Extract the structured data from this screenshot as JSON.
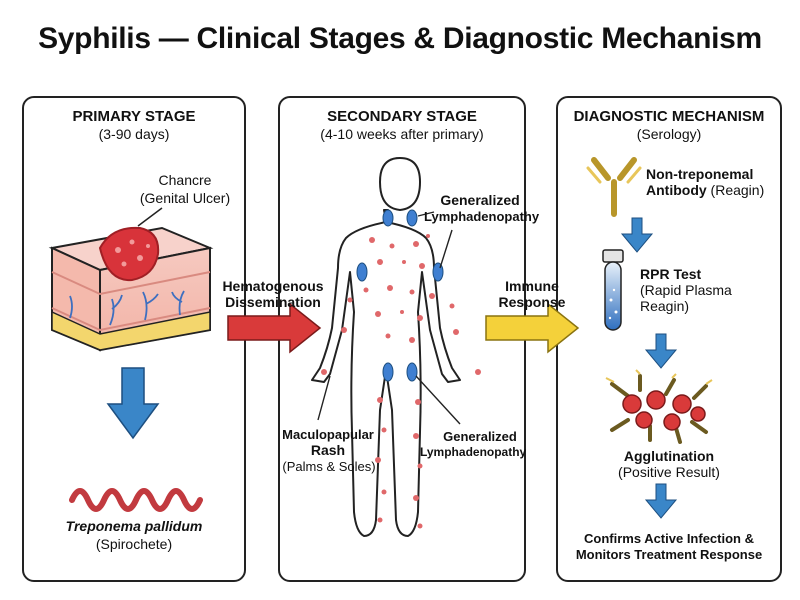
{
  "title": "Syphilis — Clinical Stages & Diagnostic Mechanism",
  "primary": {
    "heading": "PRIMARY STAGE",
    "sub": "(3-90 days)",
    "chancre_label": "Chancre",
    "chancre_sub": "(Genital Ulcer)",
    "organism": "Treponema pallidum",
    "organism_sub": "(Spirochete)"
  },
  "arrow1": {
    "line1": "Hematogenous",
    "line2": "Dissemination"
  },
  "secondary": {
    "heading": "SECONDARY STAGE",
    "sub": "(4-10 weeks after primary)",
    "lymph_top_1": "Generalized",
    "lymph_top_2": "Lymphadenopathy",
    "rash_1": "Maculopapular",
    "rash_2": "Rash",
    "rash_3": "(Palms & Soles)",
    "lymph_bot_1": "Generalized",
    "lymph_bot_2": "Lymphadenopathy"
  },
  "arrow2": {
    "line1": "Immune",
    "line2": "Response"
  },
  "diagnostic": {
    "heading": "DIAGNOSTIC MECHANISM",
    "sub": "(Serology)",
    "antibody_1": "Non-treponemal",
    "antibody_2": "Antibody",
    "antibody_3": "(Reagin)",
    "rpr_1": "RPR Test",
    "rpr_2": "(Rapid Plasma",
    "rpr_3": "Reagin)",
    "agg_1": "Agglutination",
    "agg_2": "(Positive Result)",
    "conf_1": "Confirms Active Infection &",
    "conf_2": "Monitors Treatment Response"
  },
  "colors": {
    "arrow_red": "#d93a3a",
    "arrow_yellow": "#f4d13a",
    "arrow_blue": "#3a86c8",
    "rash": "#e0686a",
    "node": "#3f7fd1"
  }
}
